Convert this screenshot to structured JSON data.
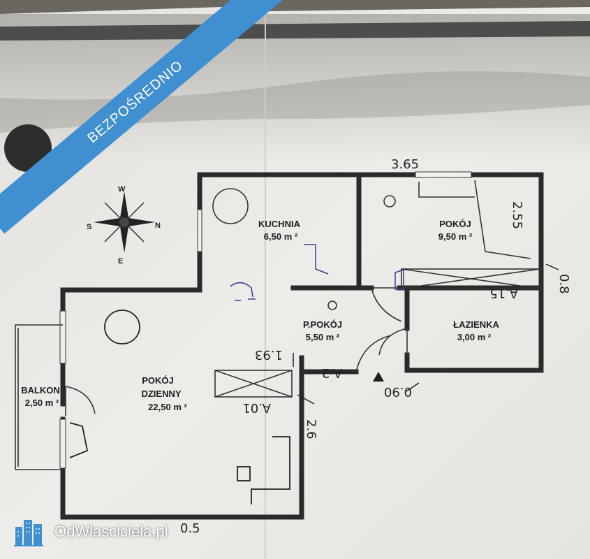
{
  "banner": {
    "text": "BEZPOŚREDNIO",
    "color": "#3f8fd1"
  },
  "brand": {
    "name": "OdWlasciciela.pl",
    "icon": "buildings-icon"
  },
  "compass": {
    "north": "N",
    "south": "S",
    "east": "E",
    "west": "W",
    "icon": "compass-rose-icon"
  },
  "rooms": {
    "kuchnia": {
      "name": "KUCHNIA",
      "area": "6,50 m ²"
    },
    "pokoj": {
      "name": "POKÓJ",
      "area": "9,50 m ²"
    },
    "ppokoj": {
      "name": "P.POKÓJ",
      "area": "5,50 m ²"
    },
    "lazienka": {
      "name": "ŁAZIENKA",
      "area": "3,00 m ²"
    },
    "balkon": {
      "name": "BALKON",
      "area": "2,50 m ²"
    },
    "dzienny": {
      "name_line1": "POKÓJ",
      "name_line2": "DZIENNY",
      "area": "22,50 m ²"
    }
  },
  "dimensions": {
    "top_width": "3.65",
    "pokoj_side": "2.55",
    "hall_mid": "A.2",
    "hall_left": "1.93",
    "dzienny_mid": "A.01",
    "dzienny_right": "2.6",
    "bathroom_top": "A.15",
    "bathroom_right": "0.8",
    "entrance": "0.90",
    "bottom": "0.5"
  },
  "colors": {
    "paper": "#eceae6",
    "wall": "#2a2a2a",
    "background": "#6a6660"
  }
}
